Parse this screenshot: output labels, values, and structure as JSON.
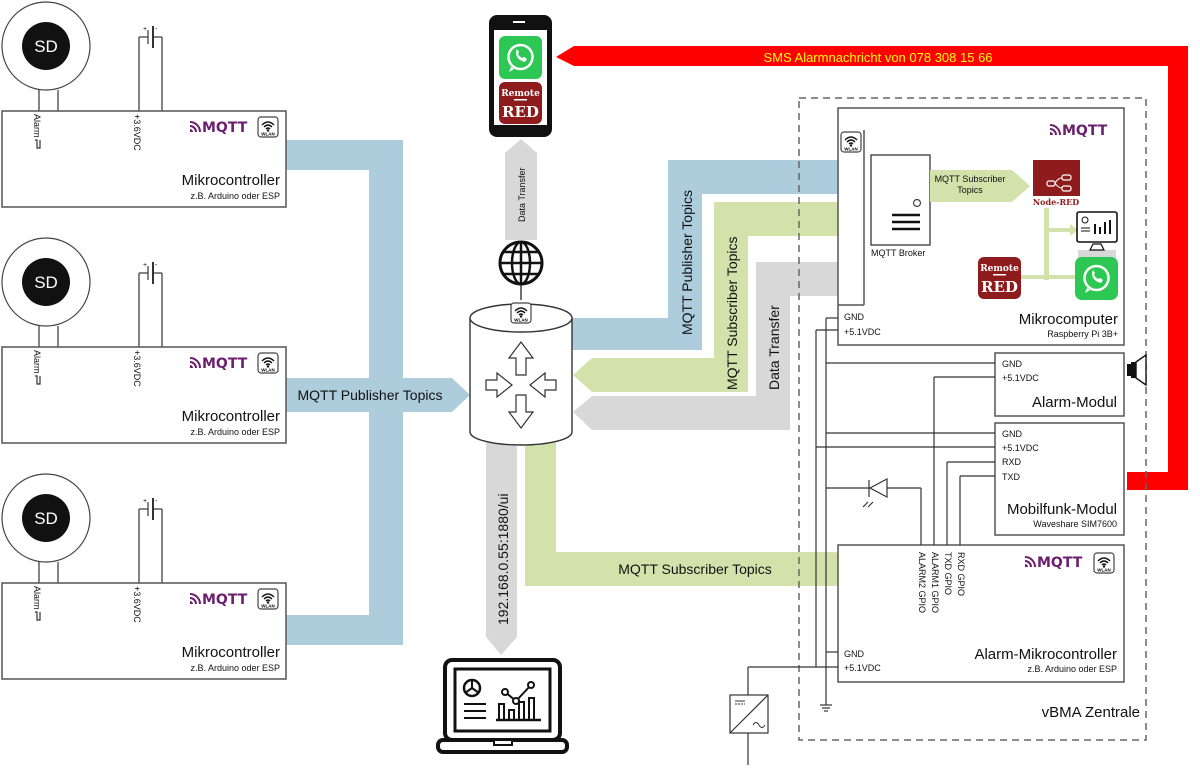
{
  "diagram": {
    "title": "vBMA Zentrale",
    "colors": {
      "publisher_flow": "#aecddc",
      "subscriber_flow": "#d2e2aa",
      "data_flow": "#d8d8d8",
      "sms_flow": "#ff0000",
      "sms_text": "#ffff00",
      "mqtt_brand": "#6c1f6e",
      "node_red": "#8f1c1c",
      "whatsapp": "#2dc754"
    },
    "sensors": [
      {
        "label": "SD",
        "alarm_pin": "Alarm",
        "power_pin": "+3.6VDC",
        "mqtt": "MQTT",
        "wlan": "WLAN",
        "title": "Mikrocontroller",
        "subtitle": "z.B. Arduino oder ESP"
      },
      {
        "label": "SD",
        "alarm_pin": "Alarm",
        "power_pin": "+3.6VDC",
        "mqtt": "MQTT",
        "wlan": "WLAN",
        "title": "Mikrocontroller",
        "subtitle": "z.B. Arduino oder ESP"
      },
      {
        "label": "SD",
        "alarm_pin": "Alarm",
        "power_pin": "+3.6VDC",
        "mqtt": "MQTT",
        "wlan": "WLAN",
        "title": "Mikrocontroller",
        "subtitle": "z.B. Arduino oder ESP"
      }
    ],
    "flows": {
      "publisher_left": "MQTT Publisher Topics",
      "publisher_right": "MQTT Publisher Topics",
      "subscriber_right": "MQTT Subscriber Topics",
      "data_transfer_right": "Data Transfer",
      "data_transfer_phone": "Data Transfer",
      "subscriber_bottom": "MQTT Subscriber Topics",
      "dashboard_url": "192.168.0.55:1880/ui",
      "sms": "SMS Alarmnachricht von 078 308 15 66",
      "broker_to_nodered": [
        "MQTT Subscriber",
        "Topics"
      ]
    },
    "phone": {
      "apps": [
        "WhatsApp",
        "Remote RED"
      ],
      "remote_top": "Remote",
      "remote_bottom": "RED"
    },
    "router": {
      "wlan": "WLAN"
    },
    "mikrocomputer": {
      "title": "Mikrocomputer",
      "subtitle": "Raspberry Pi 3B+",
      "mqtt": "MQTT",
      "wlan": "WLAN",
      "broker": "MQTT Broker",
      "node_red": "Node-RED",
      "remote_top": "Remote",
      "remote_bottom": "RED",
      "pins": [
        "GND",
        "+5.1VDC"
      ]
    },
    "alarm_modul": {
      "title": "Alarm-Modul",
      "pins": [
        "GND",
        "+5.1VDC"
      ]
    },
    "mobilfunk_modul": {
      "title": "Mobilfunk-Modul",
      "subtitle": "Waveshare SIM7600",
      "pins": [
        "GND",
        "+5.1VDC",
        "RXD",
        "TXD"
      ]
    },
    "alarm_mikrocontroller": {
      "title": "Alarm-Mikrocontroller",
      "subtitle": "z.B. Arduino oder ESP",
      "mqtt": "MQTT",
      "wlan": "WLAN",
      "pins": [
        "GND",
        "+5.1VDC"
      ],
      "gpio": [
        "RXD GPIO",
        "TXD GPIO",
        "ALARM1 GPIO",
        "ALARM2 GPIO"
      ]
    }
  }
}
